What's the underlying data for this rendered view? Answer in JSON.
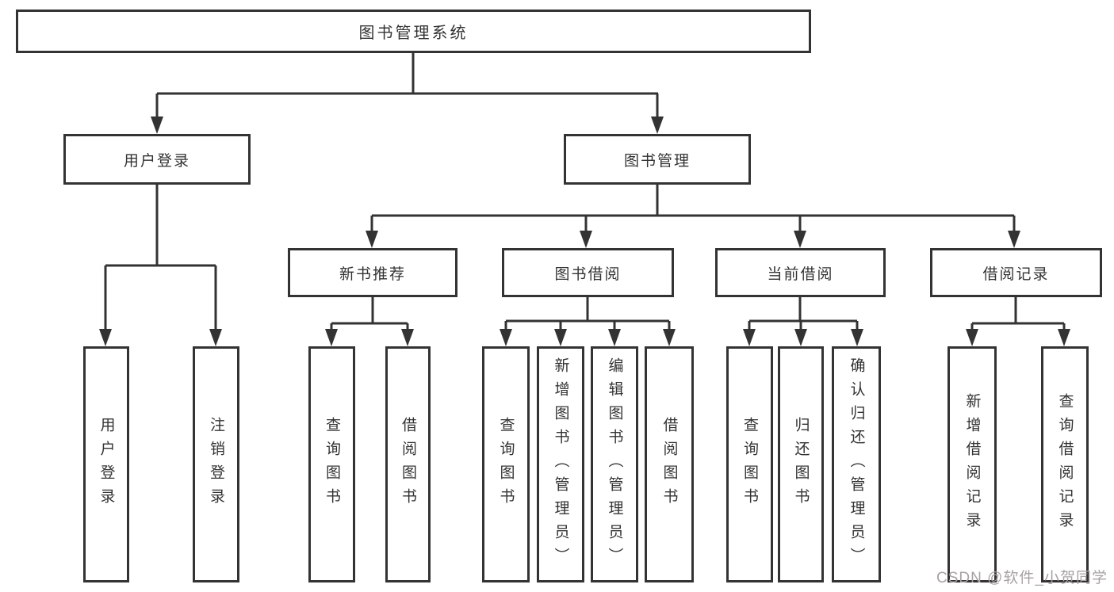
{
  "diagram": {
    "watermark": "CSDN @软件_小贺同学",
    "colors": {
      "line": "#333333",
      "text": "#333333",
      "watermark_text": "#a8a2a2",
      "background": "#ffffff"
    },
    "tree": {
      "root": {
        "label": "图书管理系统"
      },
      "children": [
        {
          "label": "用户登录",
          "children": [
            {
              "label": "用户登录"
            },
            {
              "label": "注销登录"
            }
          ]
        },
        {
          "label": "图书管理",
          "children": [
            {
              "label": "新书推荐",
              "children": [
                {
                  "label": "查询图书"
                },
                {
                  "label": "借阅图书"
                }
              ]
            },
            {
              "label": "图书借阅",
              "children": [
                {
                  "label": "查询图书"
                },
                {
                  "label": "新增图书（管理员）"
                },
                {
                  "label": "编辑图书（管理员）"
                },
                {
                  "label": "借阅图书"
                }
              ]
            },
            {
              "label": "当前借阅",
              "children": [
                {
                  "label": "查询图书"
                },
                {
                  "label": "归还图书"
                },
                {
                  "label": "确认归还（管理员）"
                }
              ]
            },
            {
              "label": "借阅记录",
              "children": [
                {
                  "label": "新增借阅记录"
                },
                {
                  "label": "查询借阅记录"
                }
              ]
            }
          ]
        }
      ]
    }
  }
}
